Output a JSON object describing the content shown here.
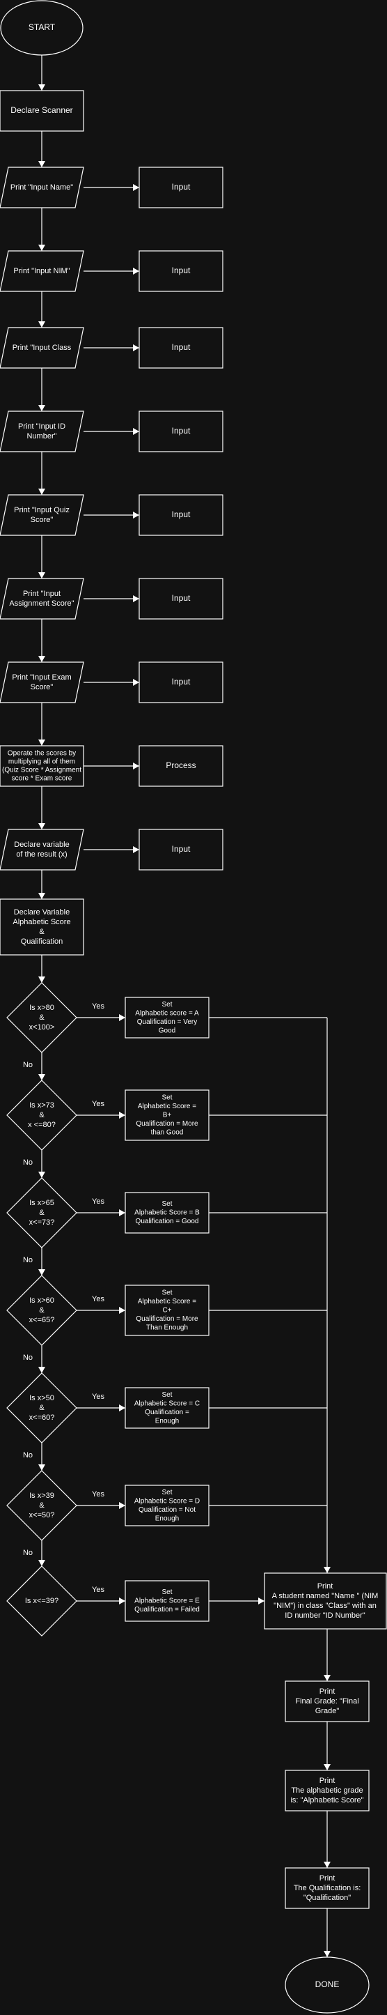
{
  "flowchart": {
    "start": "START",
    "declare_scanner": "Declare Scanner",
    "prints": [
      [
        "Print \"Input Name\""
      ],
      [
        "Print \"Input NIM\""
      ],
      [
        "Print \"Input Class"
      ],
      [
        "Print \"Input ID",
        "Number\""
      ],
      [
        "Print \"Input Quiz",
        "Score\""
      ],
      [
        "Print \"Input",
        "Assignment Score\""
      ],
      [
        "Print \"Input Exam",
        "Score\""
      ]
    ],
    "input_label": "Input",
    "operate": [
      "Operate the scores by",
      "multiplying all of them",
      "(Quiz Score * Assignment",
      "score * Exam score"
    ],
    "process_label": "Process",
    "declare_x": [
      "Declare variable",
      "of the result (x)"
    ],
    "declare_alpha": [
      "Declare Variable",
      "Alphabetic Score",
      "&",
      "Qualification"
    ],
    "yes_label": "Yes",
    "no_label": "No",
    "decisions": [
      {
        "cond": [
          "Is x>80",
          "&",
          "x<100>"
        ],
        "set": [
          "Set",
          "Alphabetic score = A",
          "Qualification = Very",
          "Good"
        ]
      },
      {
        "cond": [
          "Is x>73",
          "&",
          "x <=80?"
        ],
        "set": [
          "Set",
          "Alphabetic Score =",
          "B+",
          "Qualification = More",
          "than Good"
        ]
      },
      {
        "cond": [
          "Is x>65",
          "&",
          "x<=73?"
        ],
        "set": [
          "Set",
          "Alphabetic Score = B",
          "Qualification = Good"
        ]
      },
      {
        "cond": [
          "Is x>60",
          "&",
          "x<=65?"
        ],
        "set": [
          "Set",
          "Alphabetic Score =",
          "C+",
          "Qualification = More",
          "Than Enough"
        ]
      },
      {
        "cond": [
          "Is x>50",
          "&",
          "x<=60?"
        ],
        "set": [
          "Set",
          "Alphabetic Score = C",
          "Qualification =",
          "Enough"
        ]
      },
      {
        "cond": [
          "Is x>39",
          "&",
          "x<=50?"
        ],
        "set": [
          "Set",
          "Alphabetic Score = D",
          "Qualification = Not",
          "Enough"
        ]
      },
      {
        "cond": [
          "Is x<=39?"
        ],
        "set": [
          "Set",
          "Alphabetic Score = E",
          "Qualification = Failed"
        ]
      }
    ],
    "print_summary": [
      "Print",
      "A student named \"Name \" (NIM",
      "\"NIM\") in class \"Class\" with an",
      "ID number \"ID Number\""
    ],
    "print_final": [
      "Print",
      "Final Grade: \"Final",
      "Grade\""
    ],
    "print_alpha": [
      "Print",
      "The alphabetic grade",
      "is: \"Alphabetic Score\""
    ],
    "print_qual": [
      "Print",
      "The Qualification is:",
      "\"Qualification\""
    ],
    "done": "DONE"
  }
}
